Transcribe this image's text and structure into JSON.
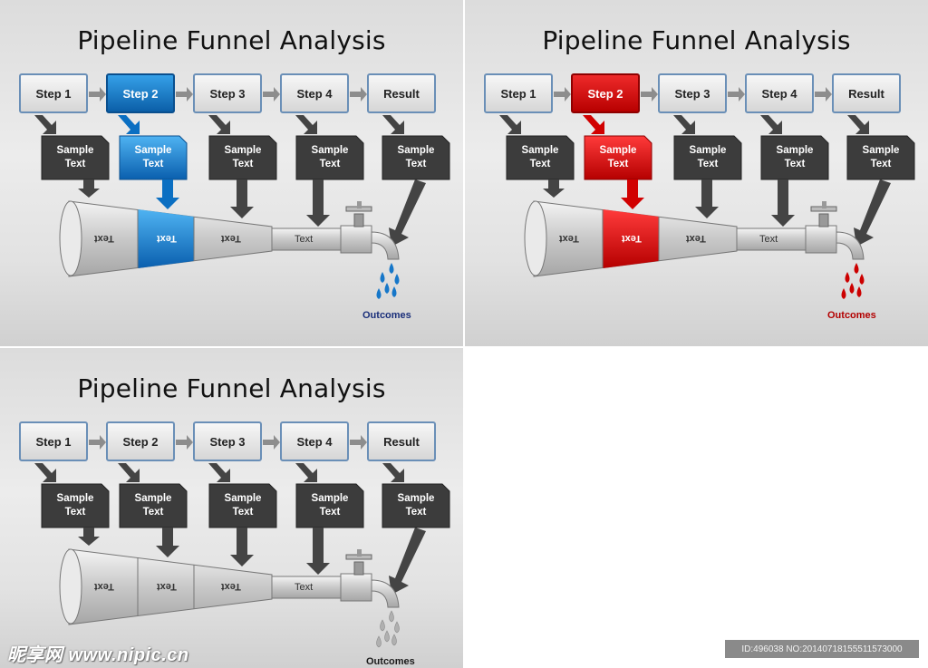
{
  "title": "Pipeline Funnel Analysis",
  "steps": [
    "Step 1",
    "Step 2",
    "Step 3",
    "Step 4",
    "Result"
  ],
  "tags": [
    "Sample\nText",
    "Sample\nText",
    "Sample\nText",
    "Sample\nText",
    "Sample\nText"
  ],
  "pipe_labels": [
    "Text",
    "Text",
    "Text",
    "Text"
  ],
  "outcomes": "Outcomes",
  "colors": {
    "blue": "#0b6fc2",
    "red": "#d10000",
    "dark": "#3a3a3a",
    "drop_gray": "#b5b5b5"
  },
  "watermark": "昵享网 www.nipic.cn",
  "image_id": "ID:496038 NO:20140718155511573000"
}
